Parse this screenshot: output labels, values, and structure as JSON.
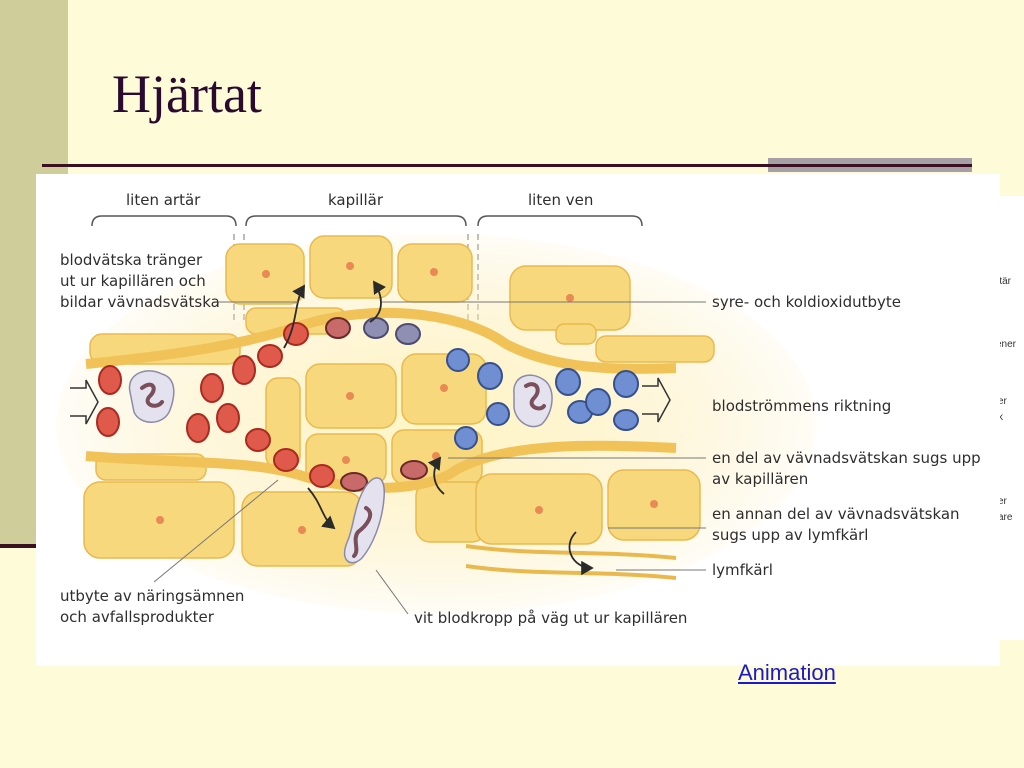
{
  "slide": {
    "title": "Hjärtat",
    "animation_link": "Animation"
  },
  "background_fragments": [
    "rtär",
    "ener",
    "er",
    "k",
    "er",
    "are"
  ],
  "diagram": {
    "headers": {
      "artery": "liten artär",
      "capillary": "kapillär",
      "vein": "liten ven"
    },
    "left_labels": {
      "plasma_1": "blodvätska tränger",
      "plasma_2": "ut ur kapillären och",
      "plasma_3": "bildar vävnadsvätska",
      "nutrients_1": "utbyte av näringsämnen",
      "nutrients_2": "och avfallsprodukter"
    },
    "right_labels": {
      "gas": "syre- och koldioxidutbyte",
      "direction": "blodströmmens riktning",
      "reabsorb_1": "en del av vävnadsvätskan sugs upp",
      "reabsorb_2": "av kapillären",
      "lymph_1": "en annan del av vävnadsvätskan",
      "lymph_2": "sugs upp av lymfkärl",
      "lymph_vessel": "lymfkärl"
    },
    "bottom_label": "vit blodkropp på väg ut ur kapillären"
  },
  "colors": {
    "background": "#fdfbd8",
    "left_band": "#cfcd9a",
    "title": "#2b0a2f",
    "rule": "#3a0f22",
    "red_cell": "#d9443a",
    "blue_cell": "#5f7fc6",
    "tissue": "#f6d77a",
    "link": "#1a1acc"
  }
}
